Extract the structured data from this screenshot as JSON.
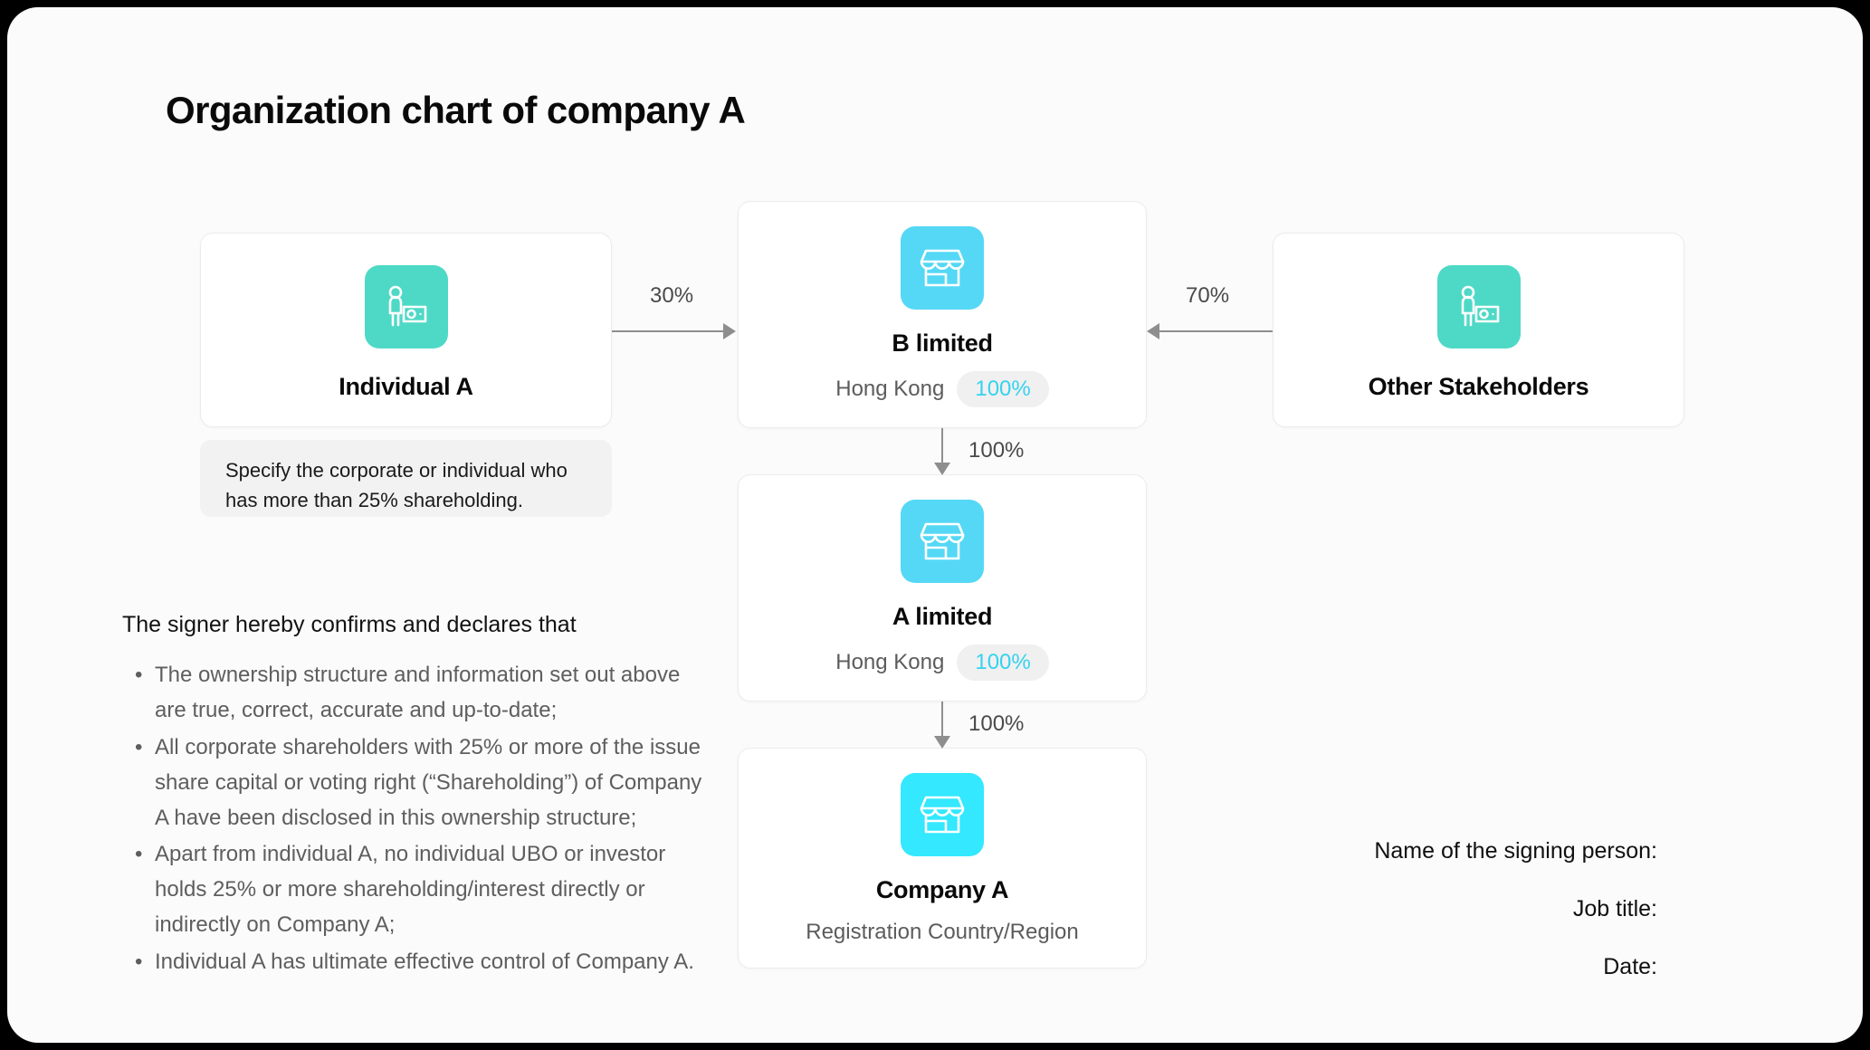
{
  "title": "Organization chart of company A",
  "colors": {
    "icon_person_tile": "#4ED9C6",
    "icon_shop_tile": "#55D8F5",
    "icon_shop_tile_bright": "#33E8FF",
    "accent_percent": "#35D2F0",
    "connector": "#8E8E8E",
    "page_background": "#FBFBFB",
    "card_background": "#FFFFFF"
  },
  "chart_data": {
    "type": "diagram",
    "title": "Organization chart of company A",
    "nodes": [
      {
        "id": "individual-a",
        "name": "Individual A",
        "icon": "person-money-icon",
        "country": "",
        "percent": ""
      },
      {
        "id": "other-stakeholders",
        "name": "Other Stakeholders",
        "icon": "person-money-icon",
        "country": "",
        "percent": ""
      },
      {
        "id": "b-limited",
        "name": "B limited",
        "icon": "shop-icon",
        "country": "Hong Kong",
        "percent": "100%"
      },
      {
        "id": "a-limited",
        "name": "A limited",
        "icon": "shop-icon",
        "country": "Hong Kong",
        "percent": "100%"
      },
      {
        "id": "company-a",
        "name": "Company A",
        "icon": "shop-icon",
        "country": "Registration Country/Region",
        "percent": ""
      }
    ],
    "edges": [
      {
        "from": "individual-a",
        "to": "b-limited",
        "label": "30%",
        "direction": "right"
      },
      {
        "from": "other-stakeholders",
        "to": "b-limited",
        "label": "70%",
        "direction": "left"
      },
      {
        "from": "b-limited",
        "to": "a-limited",
        "label": "100%",
        "direction": "down"
      },
      {
        "from": "a-limited",
        "to": "company-a",
        "label": "100%",
        "direction": "down"
      }
    ]
  },
  "cards": {
    "individual_a": {
      "name": "Individual A"
    },
    "other_stakeholders": {
      "name": "Other Stakeholders"
    },
    "b_limited": {
      "name": "B limited",
      "country": "Hong Kong",
      "percent": "100%"
    },
    "a_limited": {
      "name": "A limited",
      "country": "Hong Kong",
      "percent": "100%"
    },
    "company_a": {
      "name": "Company A",
      "country": "Registration Country/Region"
    }
  },
  "note": {
    "text": "Specify the corporate or individual who has more than 25% shareholding."
  },
  "connectors": {
    "individual_to_b": "30%",
    "other_to_b": "70%",
    "b_to_a": "100%",
    "a_to_company": "100%"
  },
  "declaration": {
    "heading": "The signer hereby confirms and declares that",
    "items": [
      "The ownership structure and information set out above are true, correct, accurate and up-to-date;",
      "All corporate shareholders with 25% or more of the issue share capital or voting right (“Shareholding”) of Company A have been disclosed in this ownership structure;",
      "Apart from individual A, no individual UBO or investor holds 25% or more shareholding/interest directly or indirectly on Company A;",
      "Individual A has ultimate effective control of Company A."
    ]
  },
  "signature": {
    "name_label": "Name of the signing person:",
    "job_title_label": "Job title:",
    "date_label": "Date:"
  }
}
